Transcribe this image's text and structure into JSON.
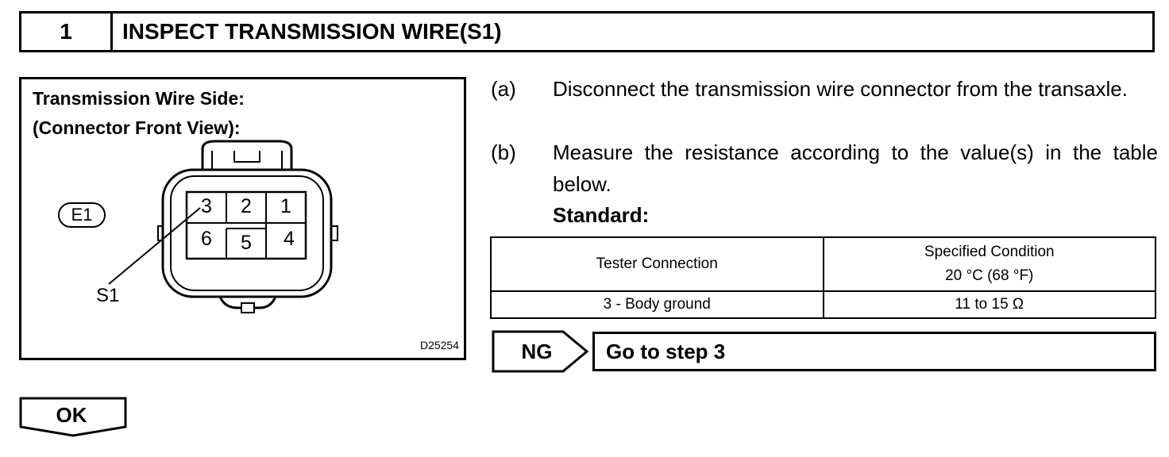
{
  "header": {
    "step_number": "1",
    "title": "INSPECT TRANSMISSION WIRE(S1)"
  },
  "figure": {
    "caption_line1": "Transmission Wire Side:",
    "caption_line2": "(Connector Front View):",
    "connector_label": "E1",
    "terminal_label": "S1",
    "pins_top": [
      "3",
      "2",
      "1"
    ],
    "pins_bottom": [
      "6",
      "5",
      "4"
    ],
    "code": "D25254"
  },
  "steps": [
    {
      "label": "(a)",
      "text": "Disconnect the transmission wire connector from the transaxle."
    },
    {
      "label": "(b)",
      "text": "Measure the resistance according to the value(s) in the table below."
    }
  ],
  "standard_label": "Standard:",
  "table": {
    "header_connection": "Tester Connection",
    "header_condition_line1": "Specified Condition",
    "header_condition_line2": "20 °C (68 °F)",
    "rows": [
      {
        "connection": "3 - Body ground",
        "condition": "11 to 15 Ω"
      }
    ]
  },
  "ng": {
    "label": "NG",
    "action": "Go to step 3"
  },
  "ok": {
    "label": "OK"
  }
}
